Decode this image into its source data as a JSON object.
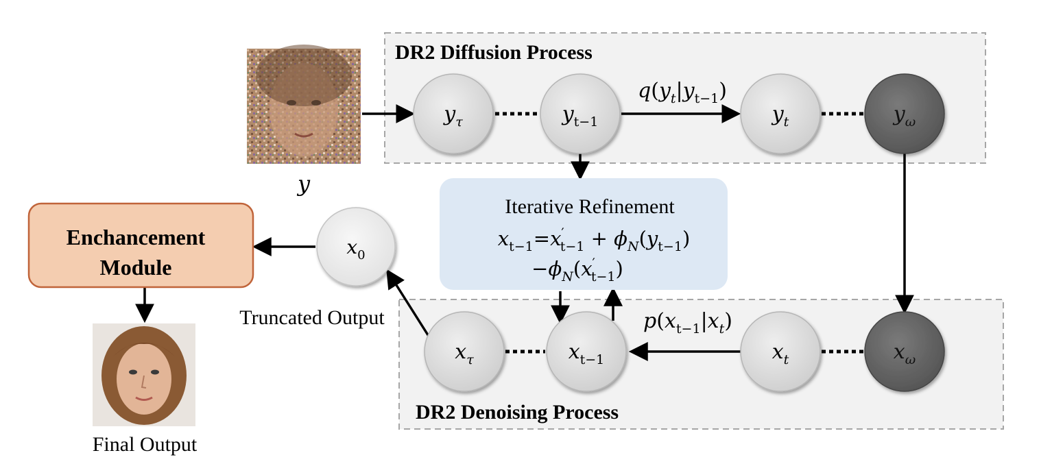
{
  "diffusion_process": {
    "title": "DR2 Diffusion Process"
  },
  "denoising_process": {
    "title": "DR2 Denoising Process"
  },
  "input_label": "y",
  "forward_transition": {
    "fn": "q",
    "var": "y",
    "sub_a": "t",
    "sub_b": "t−1"
  },
  "reverse_transition": {
    "fn": "p",
    "var": "x",
    "sub_a": "t−1",
    "sub_b": "t"
  },
  "nodes": {
    "y_tau": {
      "var": "y",
      "sub": "τ"
    },
    "y_tm1": {
      "var": "y",
      "sub": "t−1"
    },
    "y_t": {
      "var": "y",
      "sub": "t"
    },
    "y_omega": {
      "var": "y",
      "sub": "ω"
    },
    "x_tau": {
      "var": "x",
      "sub": "τ"
    },
    "x_tm1": {
      "var": "x",
      "sub": "t−1"
    },
    "x_t": {
      "var": "x",
      "sub": "t"
    },
    "x_omega": {
      "var": "x",
      "sub": "ω"
    },
    "x_0": {
      "var": "x",
      "sub": "0"
    }
  },
  "refinement": {
    "title": "Iterative Refinement",
    "line1": {
      "lhs_var": "x",
      "lhs_sub": "t−1",
      "eq": "=",
      "x_var": "x",
      "prime": "′",
      "x_sub": "t−1",
      "op": " + ",
      "phi": "ϕ",
      "phi_sub": "N",
      "arg_var": "y",
      "arg_sub": "t−1"
    },
    "line2": {
      "minus": "−",
      "phi": "ϕ",
      "phi_sub": "N",
      "arg_var": "x",
      "prime": "′",
      "arg_sub": "t−1"
    }
  },
  "truncated_output": "Truncated Output",
  "enhancement_module": {
    "line1": "Enchancement",
    "line2": "Module"
  },
  "final_output": "Final Output",
  "colors": {
    "node_light": "#d9d9d9",
    "node_dark": "#6e6e6e",
    "panel_bg": "#f2f2f2",
    "panel_border": "#a6a6a6",
    "refinement_bg": "#dde8f4",
    "enhancement_bg": "#f4cdb0",
    "enhancement_border": "#c0643a"
  }
}
